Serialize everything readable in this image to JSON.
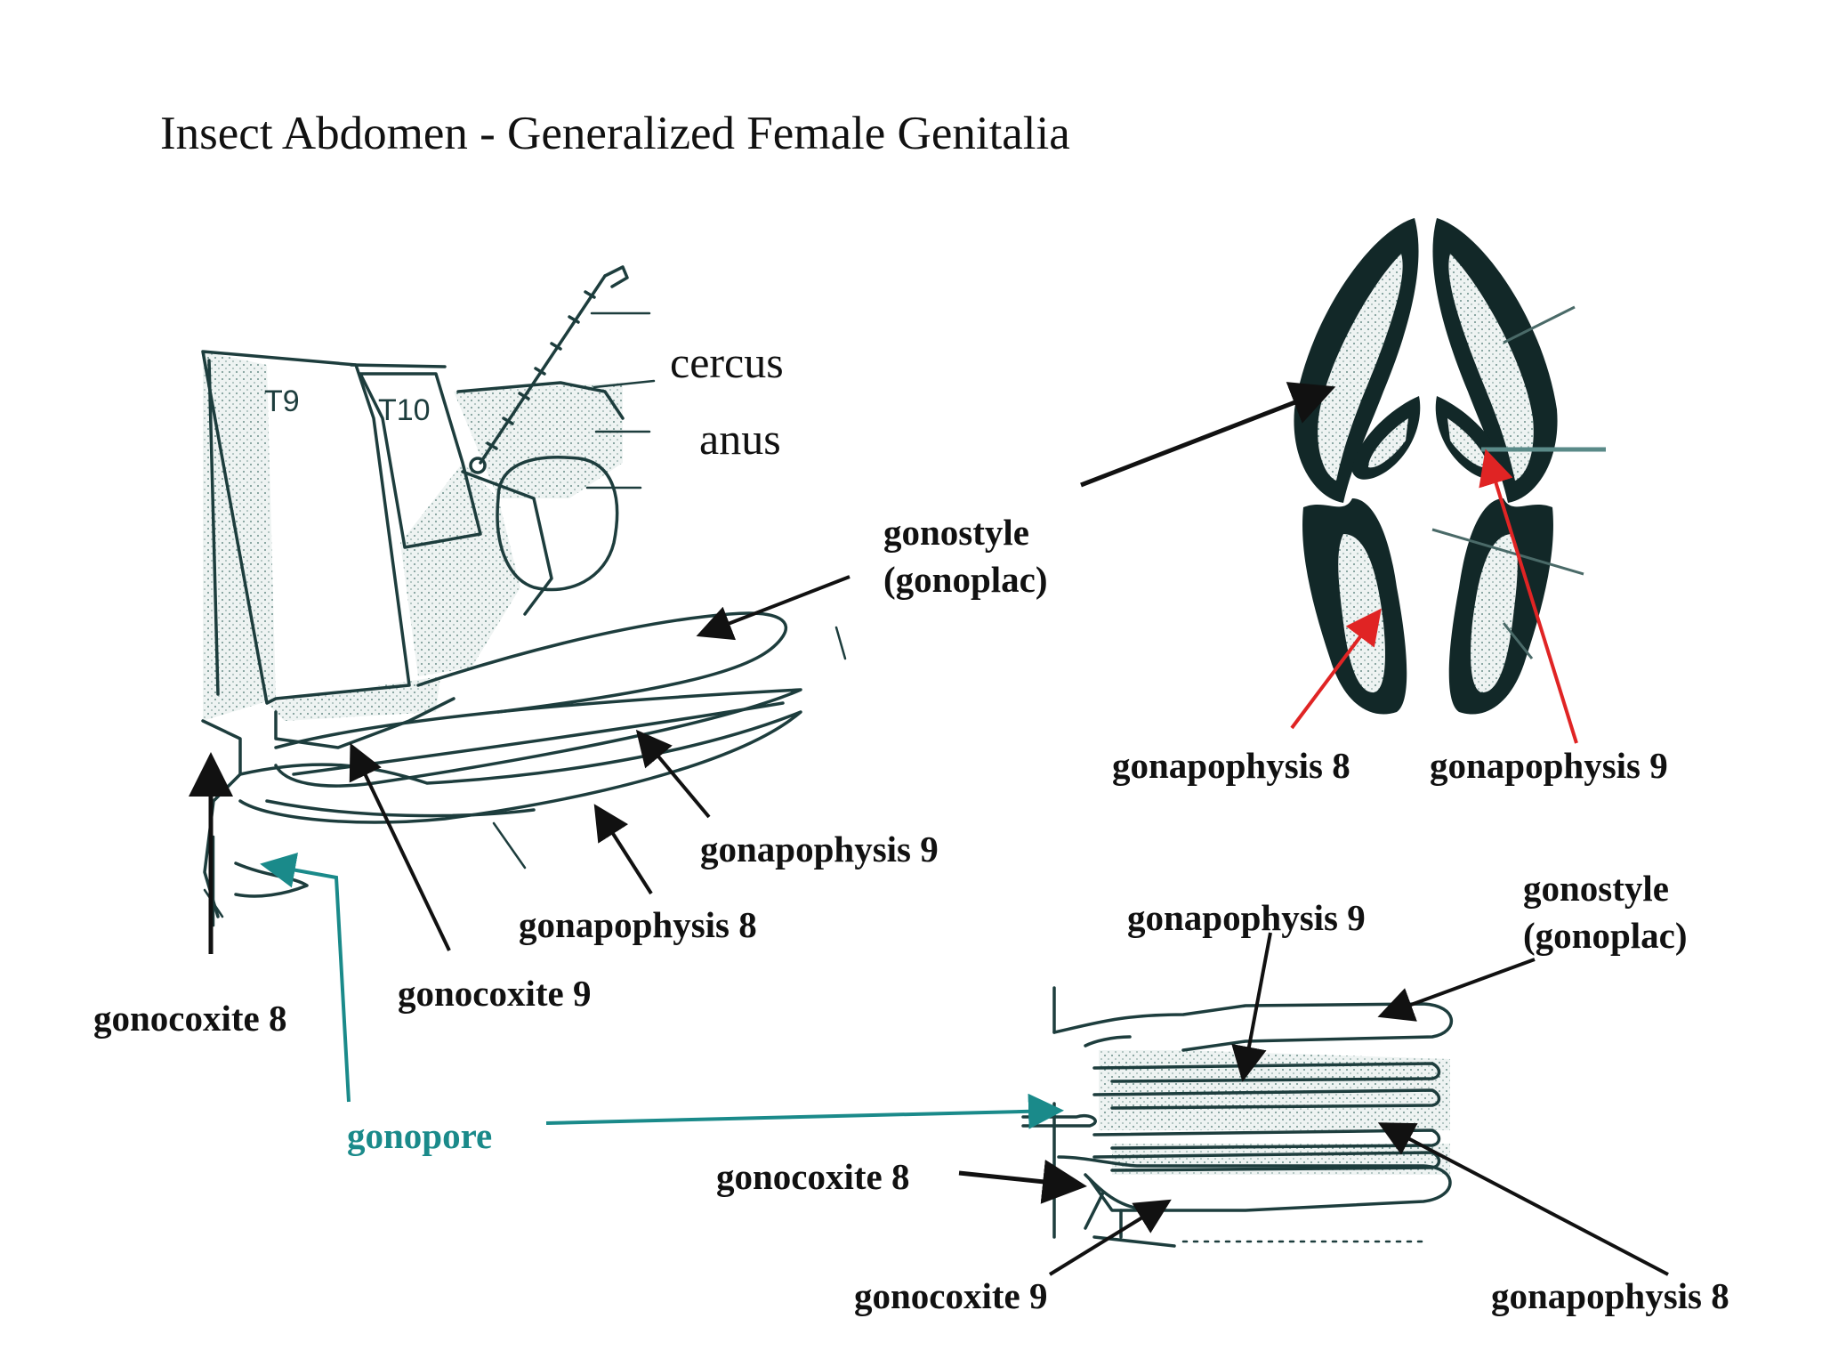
{
  "title": "Insect Abdomen - Generalized Female Genitalia",
  "colors": {
    "black_arrow": "#111111",
    "red_arrow": "#e02424",
    "teal_arrow": "#1a8a8a",
    "ink": "#1d3d3d"
  },
  "lateral_view": {
    "segment_labels": {
      "t9": "T9",
      "t10": "T10"
    },
    "cercus": "cercus",
    "anus": "anus",
    "gonostyle": "gonostyle\n(gonoplac)",
    "gonapophysis_9": "gonapophysis 9",
    "gonapophysis_8": "gonapophysis 8",
    "gonocoxite_9": "gonocoxite 9",
    "gonocoxite_8": "gonocoxite 8",
    "gonopore": "gonopore"
  },
  "cross_section": {
    "gonapophysis_8": "gonapophysis 8",
    "gonapophysis_9": "gonapophysis 9"
  },
  "ventral_view": {
    "gonapophysis_9": "gonapophysis 9",
    "gonostyle": "gonostyle\n(gonoplac)",
    "gonocoxite_8": "gonocoxite 8",
    "gonocoxite_9": "gonocoxite 9",
    "gonapophysis_8": "gonapophysis 8"
  }
}
